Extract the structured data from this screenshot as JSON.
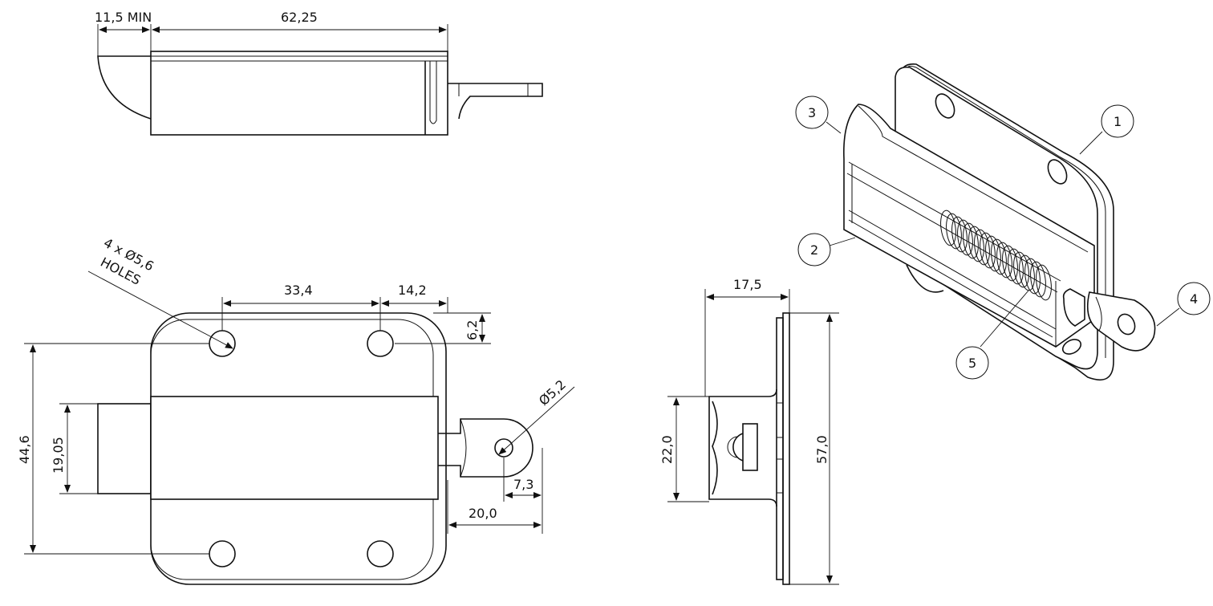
{
  "dimensions": {
    "top_offset": "11,5 MIN",
    "top_length": "62,25",
    "hole_spacing_x": "33,4",
    "hole_offset_x": "14,2",
    "hole_offset_y": "6,2",
    "overall_height": "44,6",
    "bolt_width": "19,05",
    "eye_hole": "Ø5,2",
    "eye_radius": "7,3",
    "eye_reach": "20,0",
    "side_depth": "17,5",
    "side_width": "22,0",
    "side_height": "57,0"
  },
  "holes_note": {
    "line1": "4 x Ø5,6",
    "line2": "HOLES"
  },
  "balloons": [
    "1",
    "2",
    "3",
    "4",
    "5"
  ]
}
